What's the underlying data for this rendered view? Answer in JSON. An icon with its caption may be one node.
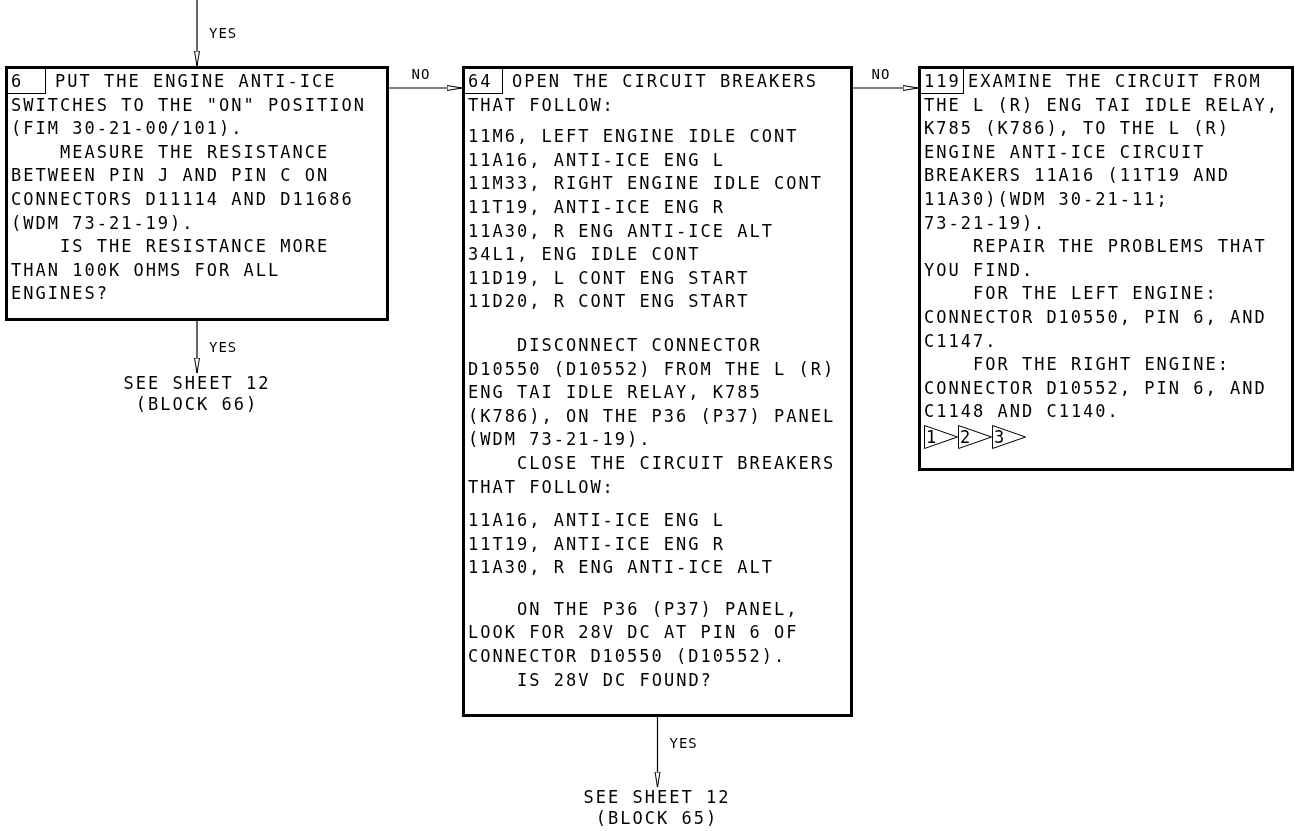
{
  "diagram": {
    "nodes": [
      {
        "text": [
          "6",
          "PUT THE ENGINE ANTI-ICE SWITCHES TO THE \"ON\" POSITION (FIM 30-21-00/101).",
          "MEASURE THE RESISTANCE BETWEEN PIN J AND PIN C ON CONNECTORS D11114 AND D11686 (WDM 73-21-19).",
          "IS THE RESISTANCE MORE THAN 100K OHMS FOR ALL ENGINES?"
        ]
      },
      {
        "text": [
          "64",
          "OPEN THE CIRCUIT BREAKERS THAT FOLLOW:",
          "11M6, LEFT ENGINE IDLE CONT",
          "11A16, ANTI-ICE ENG L",
          "11M33, RIGHT ENGINE IDLE CONT",
          "11T19, ANTI-ICE ENG R",
          "11A30, R ENG ANTI-ICE ALT",
          "34L1, ENG IDLE CONT",
          "11D19, L CONT ENG START",
          "11D20, R CONT ENG START",
          "DISCONNECT CONNECTOR D10550 (D10552) FROM THE L (R) ENG TAI IDLE RELAY, K785 (K786), ON THE P36 (P37) PANEL (WDM 73-21-19).",
          "CLOSE THE CIRCUIT BREAKERS THAT FOLLOW:",
          "11A16, ANTI-ICE ENG L",
          "11T19, ANTI-ICE ENG R",
          "11A30, R ENG ANTI-ICE ALT",
          "ON THE P36 (P37) PANEL, LOOK FOR 28V DC AT PIN 6 OF CONNECTOR D10550 (D10552).",
          "IS 28V DC FOUND?"
        ]
      },
      {
        "text": [
          "119",
          "EXAMINE THE CIRCUIT FROM THE L (R) ENG TAI IDLE RELAY, K785 (K786), TO THE L (R) ENGINE ANTI-ICE CIRCUIT BREAKERS 11A16 (11T19 AND 11A30)(WDM 30-21-11; 73-21-19).",
          "REPAIR THE PROBLEMS THAT YOU FIND.",
          "FOR THE LEFT ENGINE: CONNECTOR D10550, PIN 6, AND C1147.",
          "FOR THE RIGHT ENGINE: CONNECTOR D10552, PIN 6, AND C1148 AND C1140."
        ]
      },
      {
        "text": [
          "SEE SHEET 12 (BLOCK 66)"
        ]
      },
      {
        "text": [
          "SEE SHEET 12 (BLOCK 65)"
        ]
      },
      {
        "text": [
          "1"
        ],
        "in": 2
      },
      {
        "text": [
          "2"
        ],
        "in": 2
      },
      {
        "text": [
          "3"
        ],
        "in": 2
      }
    ],
    "edges": [
      {
        "from": null,
        "to": 0,
        "arrow": "to",
        "label": "YES"
      },
      {
        "from": 0,
        "to": 1,
        "arrow": "to",
        "label": "NO"
      },
      {
        "from": 1,
        "to": 2,
        "arrow": "to",
        "label": "NO"
      },
      {
        "from": 0,
        "to": 3,
        "arrow": "to",
        "label": "YES"
      },
      {
        "from": 1,
        "to": 4,
        "arrow": "to",
        "label": "YES"
      }
    ]
  }
}
